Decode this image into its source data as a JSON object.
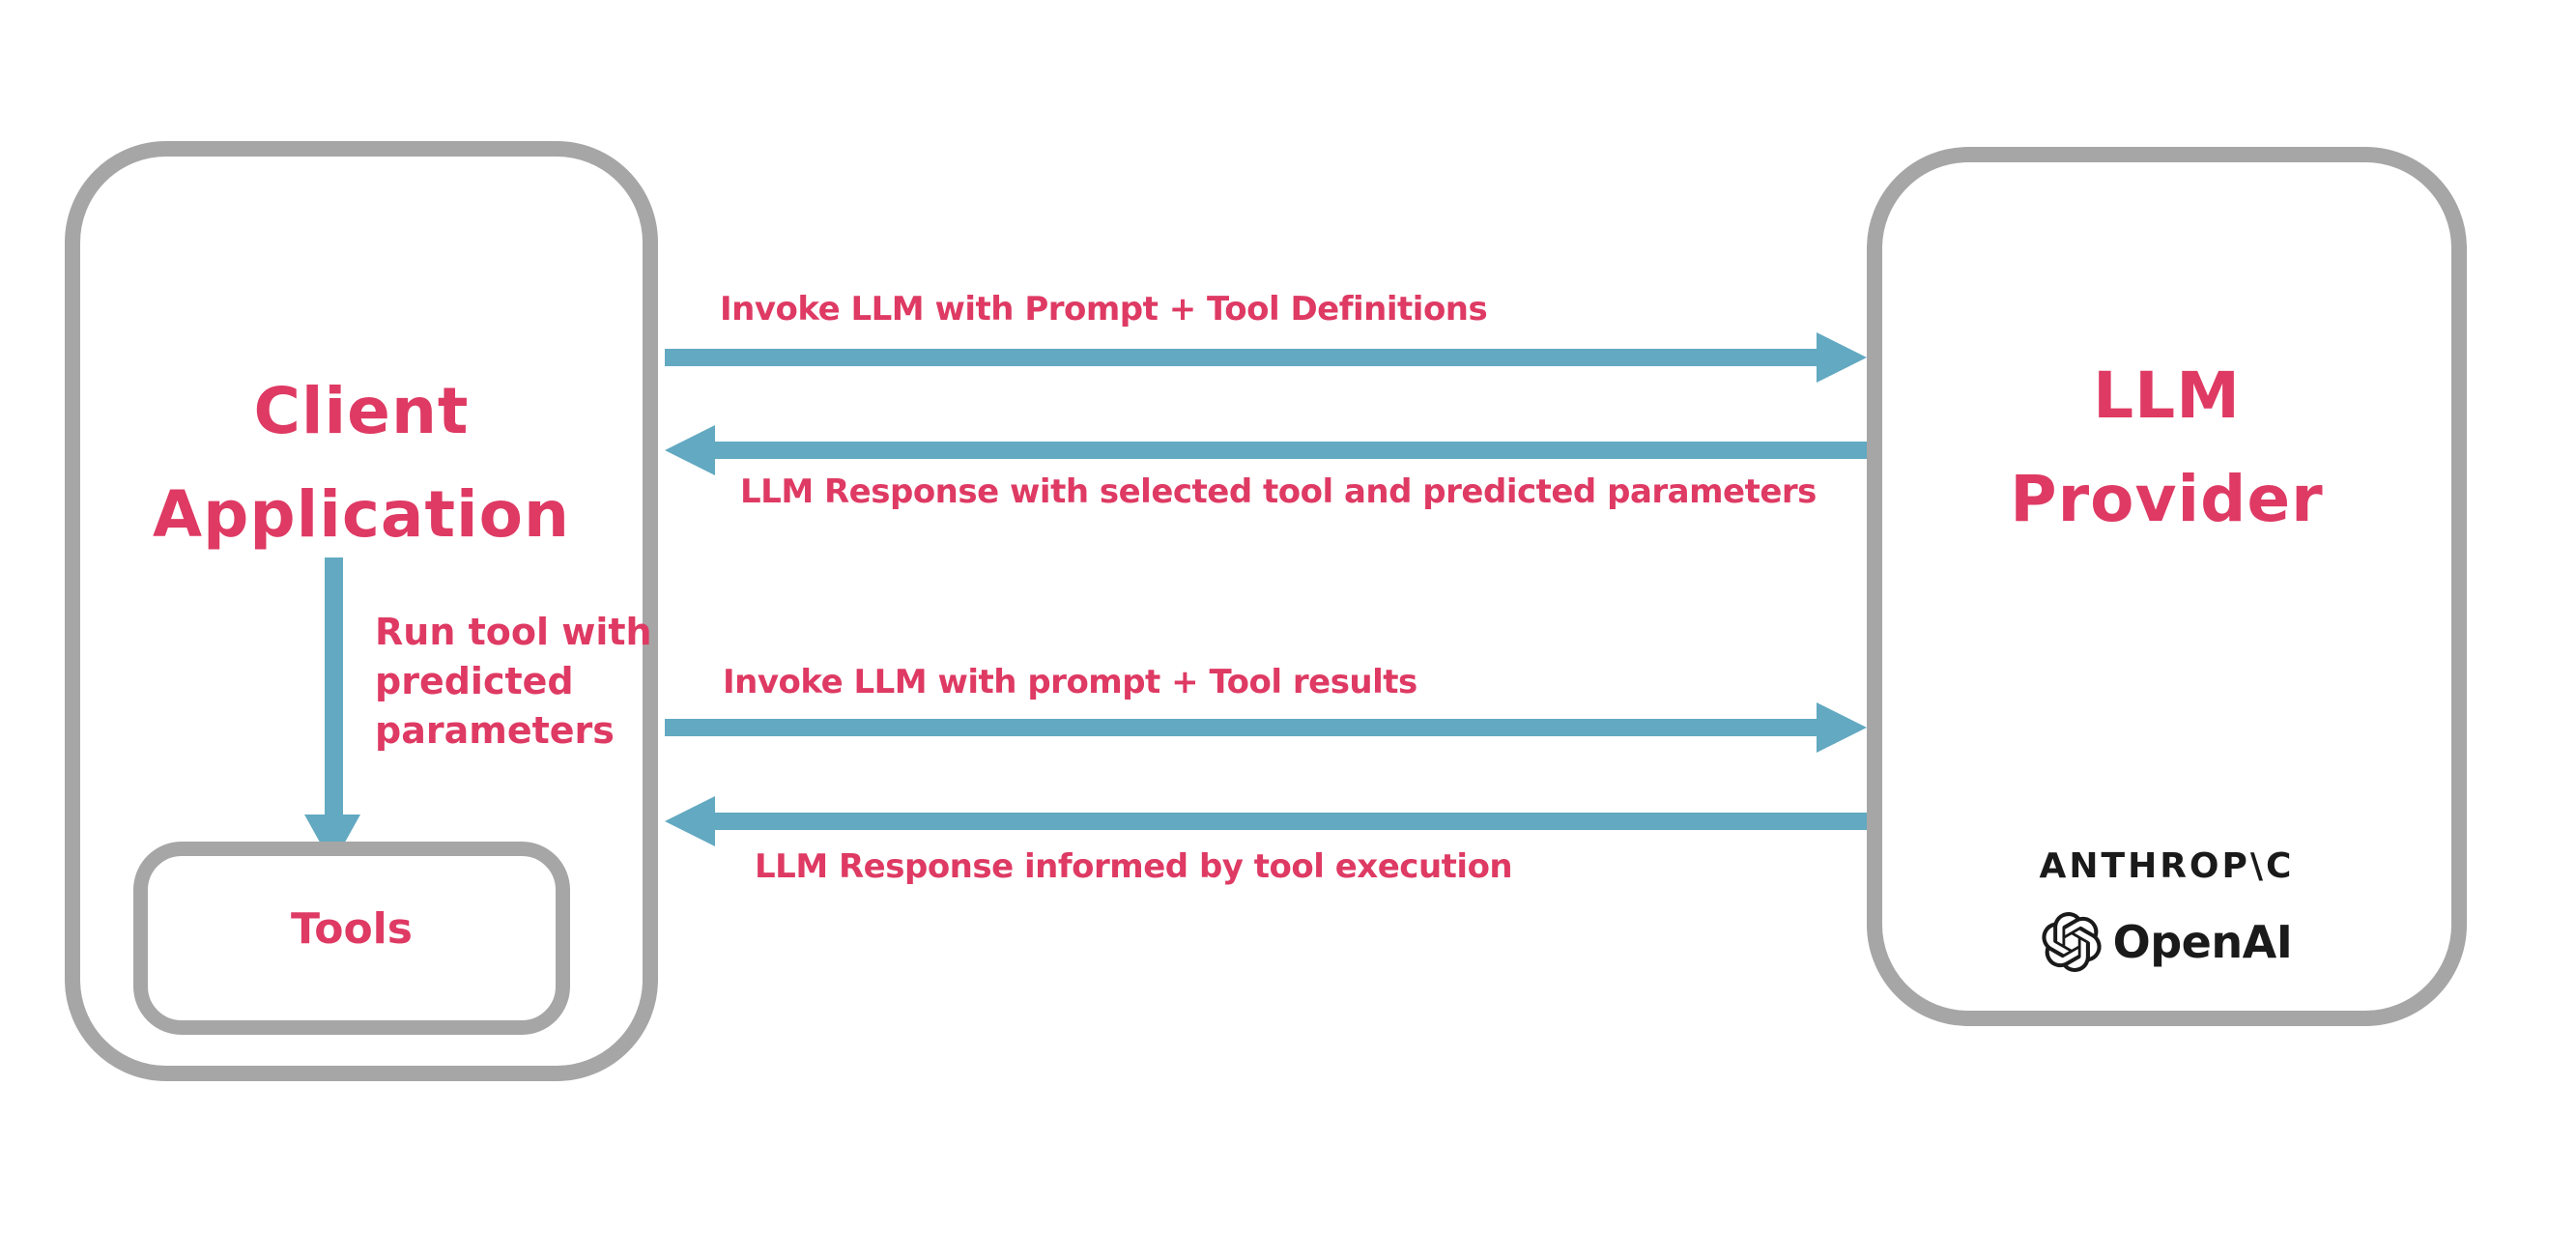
{
  "client_box": {
    "title_line1": "Client",
    "title_line2": "Application",
    "tools_label": "Tools",
    "run_tool_lines": [
      "Run tool with",
      "predicted",
      "parameters"
    ]
  },
  "provider_box": {
    "title_line1": "LLM",
    "title_line2": "Provider",
    "logos": [
      {
        "name": "anthropic",
        "text": "ANTHROP\\C"
      },
      {
        "name": "openai",
        "text": "OpenAI"
      }
    ]
  },
  "arrows": [
    {
      "direction": "right",
      "label": "Invoke LLM with Prompt + Tool Definitions"
    },
    {
      "direction": "left",
      "label": "LLM Response with selected tool and predicted parameters"
    },
    {
      "direction": "down",
      "label": "Run tool with predicted parameters"
    },
    {
      "direction": "right",
      "label": "Invoke LLM with prompt + Tool results"
    },
    {
      "direction": "left",
      "label": "LLM Response informed by tool execution"
    }
  ],
  "colors": {
    "accent_pink": "#DE3A63",
    "arrow_blue": "#62A9C1",
    "border_gray": "#A6A6A6",
    "logo_black": "#1A1A1A"
  }
}
